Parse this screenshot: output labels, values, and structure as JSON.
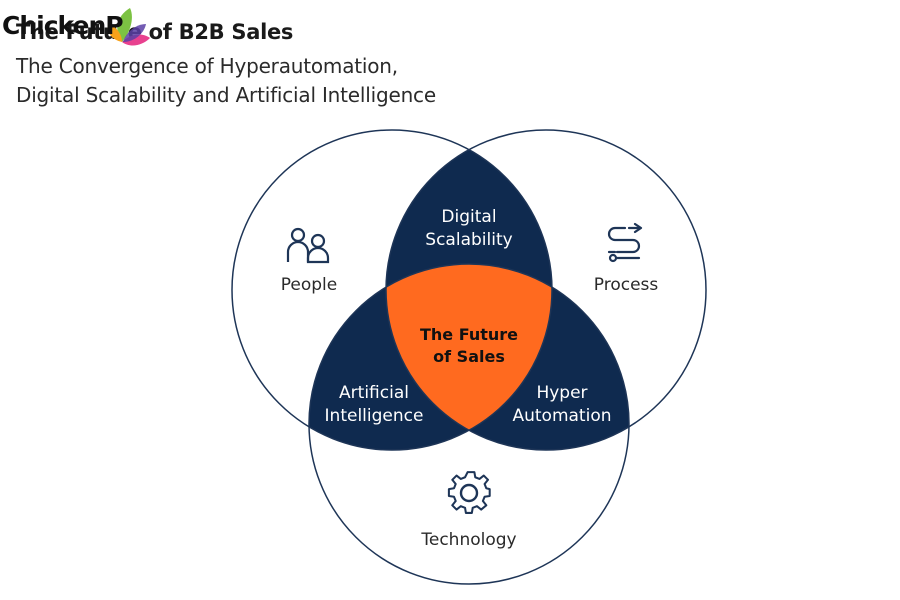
{
  "header": {
    "title": "The Future of B2B Sales",
    "subtitle_line1": "The Convergence of Hyperautomation,",
    "subtitle_line2": "Digital Scalability and Artificial Intelligence"
  },
  "watermark": {
    "text": "ChickenP"
  },
  "diagram": {
    "circles": [
      {
        "label": "People",
        "icon": "people-icon"
      },
      {
        "label": "Process",
        "icon": "process-icon"
      },
      {
        "label": "Technology",
        "icon": "gear-icon"
      }
    ],
    "overlaps": {
      "top": {
        "line1": "Digital",
        "line2": "Scalability"
      },
      "left": {
        "line1": "Artificial",
        "line2": "Intelligence"
      },
      "right": {
        "line1": "Hyper",
        "line2": "Automation"
      },
      "center": {
        "line1": "The Future",
        "line2": "of Sales"
      }
    },
    "colors": {
      "outline": "#1e3557",
      "overlap_fill": "#0f2a4f",
      "center_fill": "#ff6a1f",
      "background": "#ffffff"
    }
  }
}
